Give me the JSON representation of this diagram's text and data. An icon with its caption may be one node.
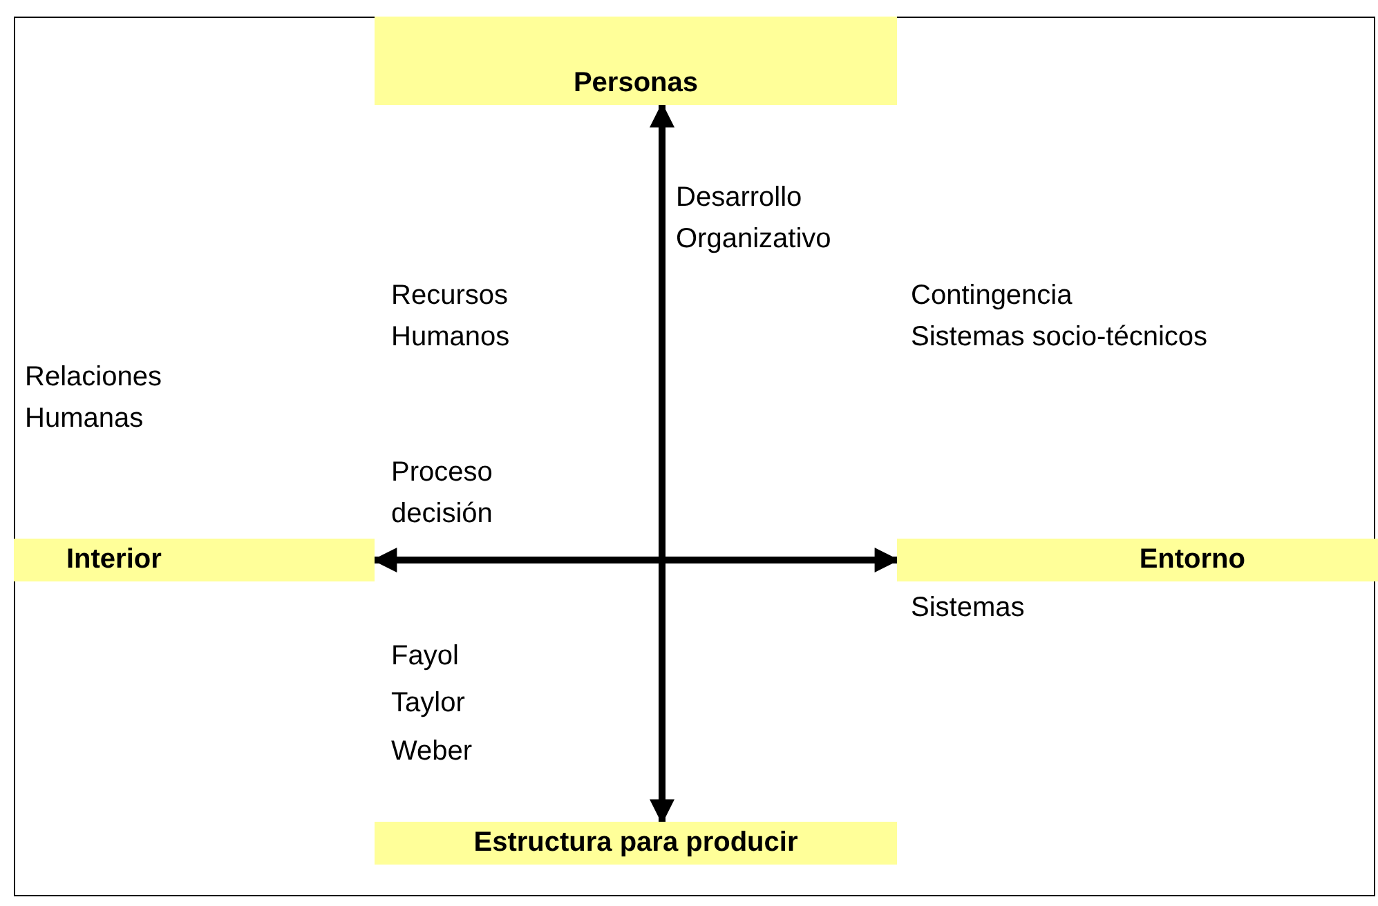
{
  "diagram": {
    "nodes": [
      {
        "text": [
          "Personas"
        ]
      },
      {
        "text": [
          "Interior"
        ]
      },
      {
        "text": [
          "Entorno"
        ]
      },
      {
        "text": [
          "Estructura para producir"
        ]
      }
    ],
    "edges": [
      {
        "from": 0,
        "to": 3,
        "arrow": "both"
      },
      {
        "from": 1,
        "to": 2,
        "arrow": "both"
      }
    ],
    "labels": [
      "Desarrollo Organizativo",
      "Recursos Humanos",
      "Contingencia",
      "Sistemas socio-técnicos",
      "Relaciones Humanas",
      "Proceso decisión",
      "Sistemas",
      "Fayol",
      "Taylor",
      "Weber"
    ]
  }
}
